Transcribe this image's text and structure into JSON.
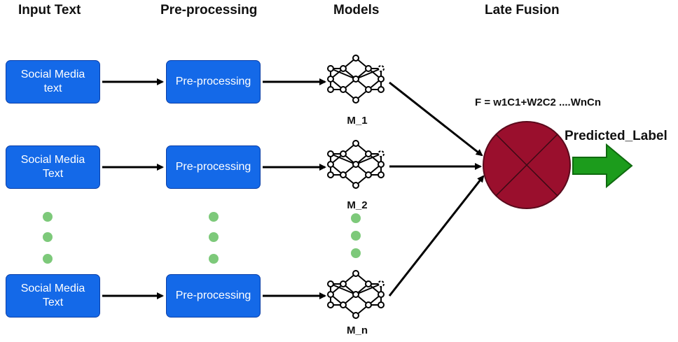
{
  "headers": {
    "input": "Input Text",
    "preprocessing": "Pre-processing",
    "models": "Models",
    "fusion": "Late Fusion"
  },
  "rows": [
    {
      "input_line1": "Social Media",
      "input_line2": "text",
      "prep": "Pre-processing",
      "model": "M_1"
    },
    {
      "input_line1": "Social Media",
      "input_line2": "Text",
      "prep": "Pre-processing",
      "model": "M_2"
    },
    {
      "input_line1": "Social Media",
      "input_line2": "Text",
      "prep": "Pre-processing",
      "model": "M_n"
    }
  ],
  "fusion": {
    "formula": "F = w1C1+W2C2 ....WnCn",
    "output": "Predicted_Label"
  },
  "colors": {
    "box_fill": "#1469e8",
    "box_border": "#0b3fa8",
    "ellipsis_dot": "#7dc97a",
    "fusion_circle": "#9a0f2d",
    "output_arrow": "#1c9c1c"
  }
}
